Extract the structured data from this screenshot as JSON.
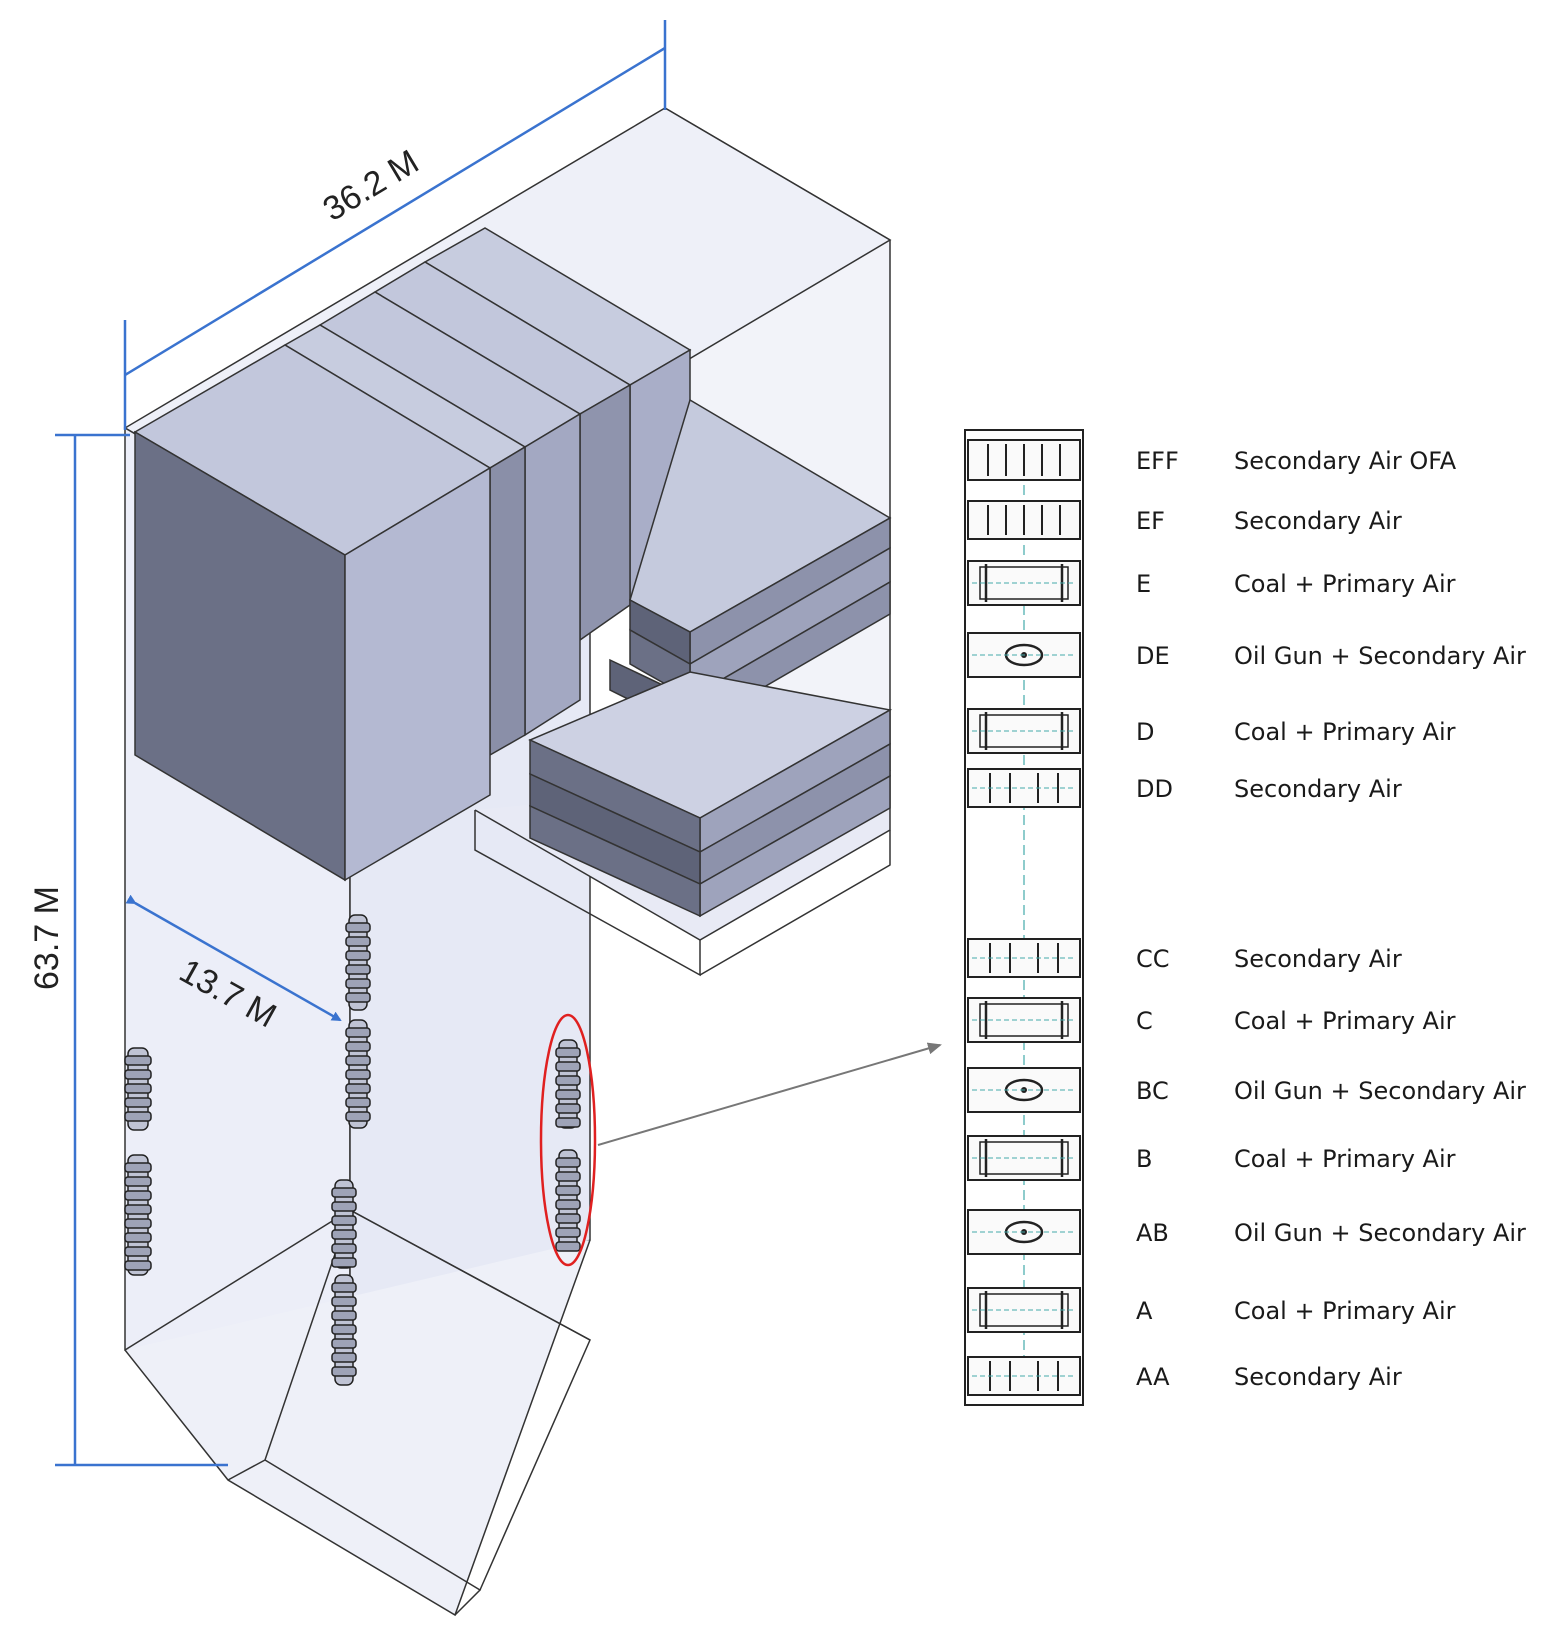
{
  "dimensions": {
    "depth": "36.2 M",
    "width": "13.7 M",
    "height": "63.7 M"
  },
  "colors": {
    "dimension_line": "#3a73cf",
    "callout_ellipse": "#e02020",
    "panel_light": "#b9bfd8",
    "panel_dark": "#6b7086",
    "furnace_fill": "#e9ebf6"
  },
  "burner_legend": [
    {
      "code": "EFF",
      "description": "Secondary Air OFA",
      "nozzle": "grid"
    },
    {
      "code": "EF",
      "description": "Secondary Air",
      "nozzle": "grid"
    },
    {
      "code": "E",
      "description": "Coal + Primary Air",
      "nozzle": "coal"
    },
    {
      "code": "DE",
      "description": "Oil Gun + Secondary Air",
      "nozzle": "oil"
    },
    {
      "code": "D",
      "description": "Coal + Primary Air",
      "nozzle": "coal"
    },
    {
      "code": "DD",
      "description": "Secondary Air",
      "nozzle": "air"
    },
    {
      "code": "CC",
      "description": "Secondary Air",
      "nozzle": "air"
    },
    {
      "code": "C",
      "description": "Coal + Primary Air",
      "nozzle": "coal"
    },
    {
      "code": "BC",
      "description": "Oil Gun + Secondary Air",
      "nozzle": "oil"
    },
    {
      "code": "B",
      "description": "Coal + Primary Air",
      "nozzle": "coal"
    },
    {
      "code": "AB",
      "description": "Oil Gun + Secondary Air",
      "nozzle": "oil"
    },
    {
      "code": "A",
      "description": "Coal + Primary Air",
      "nozzle": "coal"
    },
    {
      "code": "AA",
      "description": "Secondary Air",
      "nozzle": "air"
    }
  ]
}
